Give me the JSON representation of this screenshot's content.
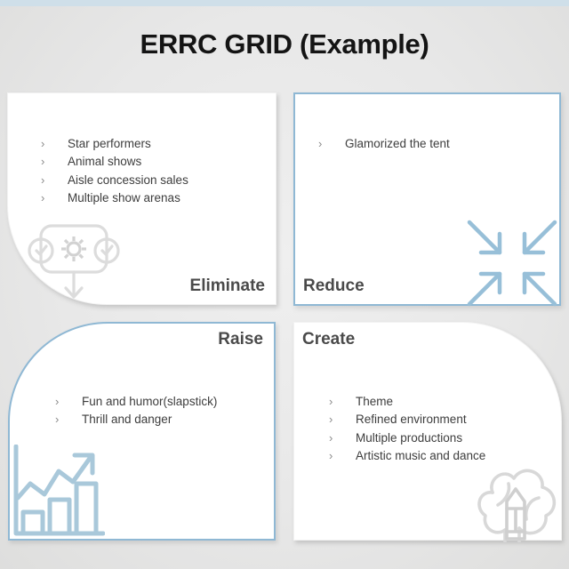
{
  "slide": {
    "title": "ERRC GRID (Example)",
    "bullet_glyph": "›",
    "accent_blue": "#8fb8d4",
    "text_color": "#3d3d3d",
    "label_color": "#4a4a4a",
    "background": "#e6e6e6",
    "top_bar_color": "#cfdfe9"
  },
  "quadrants": {
    "eliminate": {
      "label": "Eliminate",
      "icon": "gear-process-icon",
      "items": [
        "Star performers",
        "Animal shows",
        "Aisle concession sales",
        "Multiple show arenas"
      ]
    },
    "reduce": {
      "label": "Reduce",
      "icon": "converging-arrows-icon",
      "items": [
        "Glamorized the tent"
      ]
    },
    "raise": {
      "label": "Raise",
      "icon": "growth-chart-icon",
      "items": [
        "Fun and humor(slapstick)",
        "Thrill and danger"
      ]
    },
    "create": {
      "label": "Create",
      "icon": "brain-pencil-icon",
      "items": [
        "Theme",
        "Refined environment",
        "Multiple productions",
        "Artistic music and dance"
      ]
    }
  }
}
